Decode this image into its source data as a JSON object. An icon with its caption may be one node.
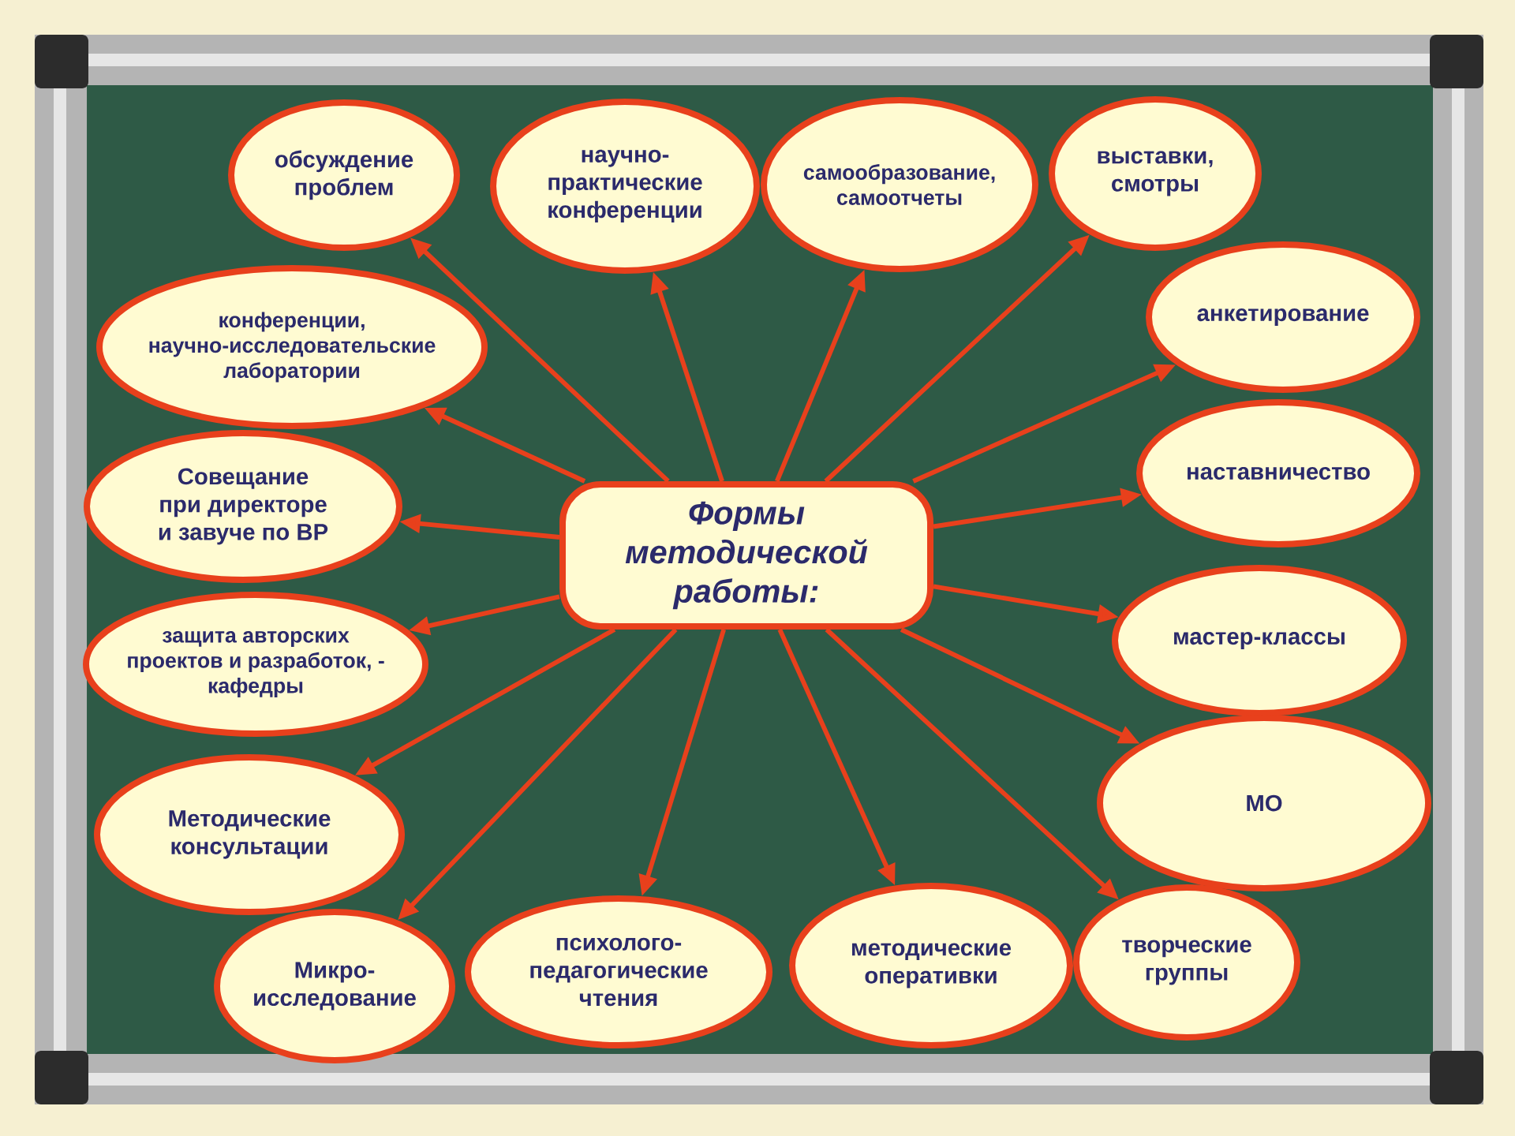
{
  "diagram": {
    "nodes": [
      {
        "text": [
          "Формы методической работы:"
        ]
      },
      {
        "text": [
          "обсуждение проблем"
        ]
      },
      {
        "text": [
          "научно- практические конференции"
        ]
      },
      {
        "text": [
          "самообразование, самоотчеты"
        ]
      },
      {
        "text": [
          "выставки, смотры"
        ]
      },
      {
        "text": [
          "анкетирование"
        ]
      },
      {
        "text": [
          "наставничество"
        ]
      },
      {
        "text": [
          "мастер-классы"
        ]
      },
      {
        "text": [
          "МО"
        ]
      },
      {
        "text": [
          "творческие группы"
        ]
      },
      {
        "text": [
          "методические оперативки"
        ]
      },
      {
        "text": [
          "психолого- педагогические чтения"
        ]
      },
      {
        "text": [
          "Микро- исследование"
        ]
      },
      {
        "text": [
          "Методические консультации"
        ]
      },
      {
        "text": [
          "защита авторских проектов и разработок, - кафедры"
        ]
      },
      {
        "text": [
          "Совещание при директоре и завуче по ВР"
        ]
      },
      {
        "text": [
          "конференции, научно-исследовательские лаборатории"
        ]
      }
    ],
    "edges": [
      {
        "from": 0,
        "to": 1,
        "arrow": "to"
      },
      {
        "from": 0,
        "to": 2,
        "arrow": "to"
      },
      {
        "from": 0,
        "to": 3,
        "arrow": "to"
      },
      {
        "from": 0,
        "to": 4,
        "arrow": "to"
      },
      {
        "from": 0,
        "to": 5,
        "arrow": "to"
      },
      {
        "from": 0,
        "to": 6,
        "arrow": "to"
      },
      {
        "from": 0,
        "to": 7,
        "arrow": "to"
      },
      {
        "from": 0,
        "to": 8,
        "arrow": "to"
      },
      {
        "from": 0,
        "to": 9,
        "arrow": "to"
      },
      {
        "from": 0,
        "to": 10,
        "arrow": "to"
      },
      {
        "from": 0,
        "to": 11,
        "arrow": "to"
      },
      {
        "from": 0,
        "to": 12,
        "arrow": "to"
      },
      {
        "from": 0,
        "to": 13,
        "arrow": "to"
      },
      {
        "from": 0,
        "to": 14,
        "arrow": "to"
      },
      {
        "from": 0,
        "to": 15,
        "arrow": "to"
      },
      {
        "from": 0,
        "to": 16,
        "arrow": "to"
      }
    ]
  }
}
